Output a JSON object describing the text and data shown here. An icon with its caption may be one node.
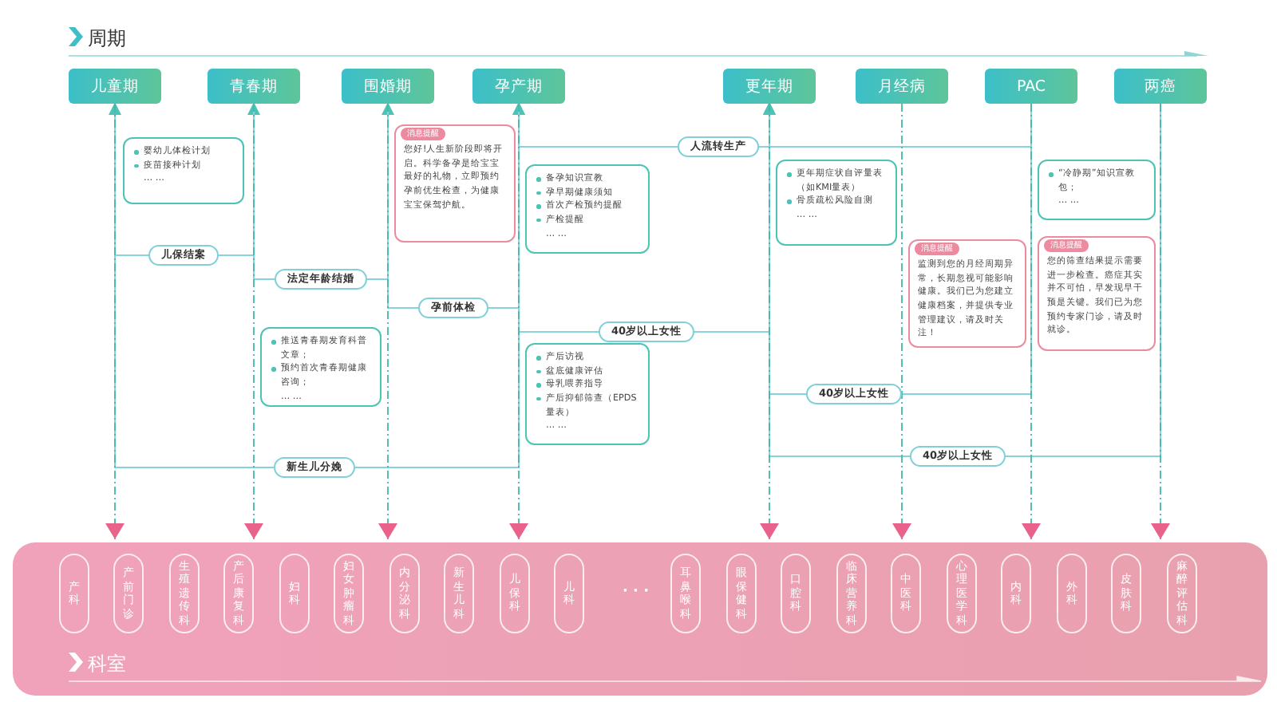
{
  "diagram": {
    "nodes": [
      {
        "text": [
          "儿童期"
        ]
      },
      {
        "text": [
          "青春期"
        ]
      },
      {
        "text": [
          "围婚期"
        ]
      },
      {
        "text": [
          "孕产期"
        ]
      },
      {
        "text": [
          "更年期"
        ]
      },
      {
        "text": [
          "月经病"
        ]
      },
      {
        "text": [
          "PAC"
        ]
      },
      {
        "text": [
          "两癌"
        ]
      },
      {
        "text": [
          "婴幼儿体检计划",
          "疫苗接种计划",
          "… …"
        ]
      },
      {
        "text": [
          "消息提醒",
          "您好!人生新阶段即将开启。科学备孕是给宝宝最好的礼物，立即预约孕前优生检查，为健康宝宝保驾护航。"
        ]
      },
      {
        "text": [
          "“冷静期”知识宣教包；",
          "… …"
        ]
      },
      {
        "text": [
          "更年期症状自评量表（如KMI量表）",
          "骨质疏松风险自测",
          "… …"
        ]
      },
      {
        "text": [
          "备孕知识宣教",
          "孕早期健康须知",
          "首次产检预约提醒",
          "产检提醒",
          "… …"
        ]
      },
      {
        "text": [
          "消息提醒",
          "监测到您的月经周期异常，长期忽视可能影响健康。我们已为您建立健康档案，并提供专业管理建议，请及时关注！"
        ]
      },
      {
        "text": [
          "消息提醒",
          "您的筛查结果提示需要进一步检查。癌症其实并不可怕，早发现早干预是关键。我们已为您预约专家门诊，请及时就诊。"
        ]
      },
      {
        "text": [
          "推送青春期发育科普文章；",
          "预约首次青春期健康咨询；",
          "… …"
        ]
      },
      {
        "text": [
          "产后访视",
          "盆底健康评估",
          "母乳喂养指导",
          "产后抑郁筛查（EPDS量表）",
          "… …"
        ]
      },
      {
        "text": [
          "科室"
        ]
      },
      {
        "text": [
          "产科"
        ],
        "in": 17
      },
      {
        "text": [
          "产前门诊"
        ],
        "in": 17
      },
      {
        "text": [
          "生殖遗传科"
        ],
        "in": 17
      },
      {
        "text": [
          "产后康复科"
        ],
        "in": 17
      },
      {
        "text": [
          "妇科"
        ],
        "in": 17
      },
      {
        "text": [
          "妇女肿瘤科"
        ],
        "in": 17
      },
      {
        "text": [
          "内分泌科"
        ],
        "in": 17
      },
      {
        "text": [
          "新生儿科"
        ],
        "in": 17
      },
      {
        "text": [
          "儿保科"
        ],
        "in": 17
      },
      {
        "text": [
          "儿科"
        ],
        "in": 17
      },
      {
        "text": [
          "耳鼻喉科"
        ],
        "in": 17
      },
      {
        "text": [
          "眼保健科"
        ],
        "in": 17
      },
      {
        "text": [
          "口腔科"
        ],
        "in": 17
      },
      {
        "text": [
          "临床营养科"
        ],
        "in": 17
      },
      {
        "text": [
          "中医科"
        ],
        "in": 17
      },
      {
        "text": [
          "心理医学科"
        ],
        "in": 17
      },
      {
        "text": [
          "内科"
        ],
        "in": 17
      },
      {
        "text": [
          "外科"
        ],
        "in": 17
      },
      {
        "text": [
          "皮肤科"
        ],
        "in": 17
      },
      {
        "text": [
          "麻醉评估科"
        ],
        "in": 17
      }
    ],
    "edges": [
      {
        "from": 6,
        "to": 3,
        "arrow": "to",
        "label": "人流转生产"
      },
      {
        "from": 0,
        "to": 1,
        "arrow": "to",
        "label": "儿保结案"
      },
      {
        "from": 1,
        "to": 2,
        "arrow": "to",
        "label": "法定年龄结婚"
      },
      {
        "from": 2,
        "to": 3,
        "arrow": "to",
        "label": "孕前体检"
      },
      {
        "from": 3,
        "to": 4,
        "arrow": "to",
        "label": "40岁以上女性"
      },
      {
        "from": 6,
        "to": 4,
        "arrow": "to",
        "label": "40岁以上女性"
      },
      {
        "from": 7,
        "to": 4,
        "arrow": "to",
        "label": "40岁以上女性"
      },
      {
        "from": 3,
        "to": 0,
        "arrow": "to",
        "label": "新生儿分娩"
      },
      {
        "from": 0,
        "to": 17,
        "arrow": "to",
        "style": "dashed"
      },
      {
        "from": 1,
        "to": 17,
        "arrow": "to",
        "style": "dashed"
      },
      {
        "from": 2,
        "to": 17,
        "arrow": "to",
        "style": "dashed"
      },
      {
        "from": 3,
        "to": 17,
        "arrow": "to",
        "style": "dashed"
      },
      {
        "from": 4,
        "to": 17,
        "arrow": "to",
        "style": "dashed"
      },
      {
        "from": 5,
        "to": 17,
        "arrow": "to",
        "style": "dashed"
      },
      {
        "from": 6,
        "to": 17,
        "arrow": "to",
        "style": "dashed"
      },
      {
        "from": 7,
        "to": 17,
        "arrow": "to",
        "style": "dashed"
      }
    ],
    "labels": [
      "周期",
      "· · ·"
    ]
  }
}
